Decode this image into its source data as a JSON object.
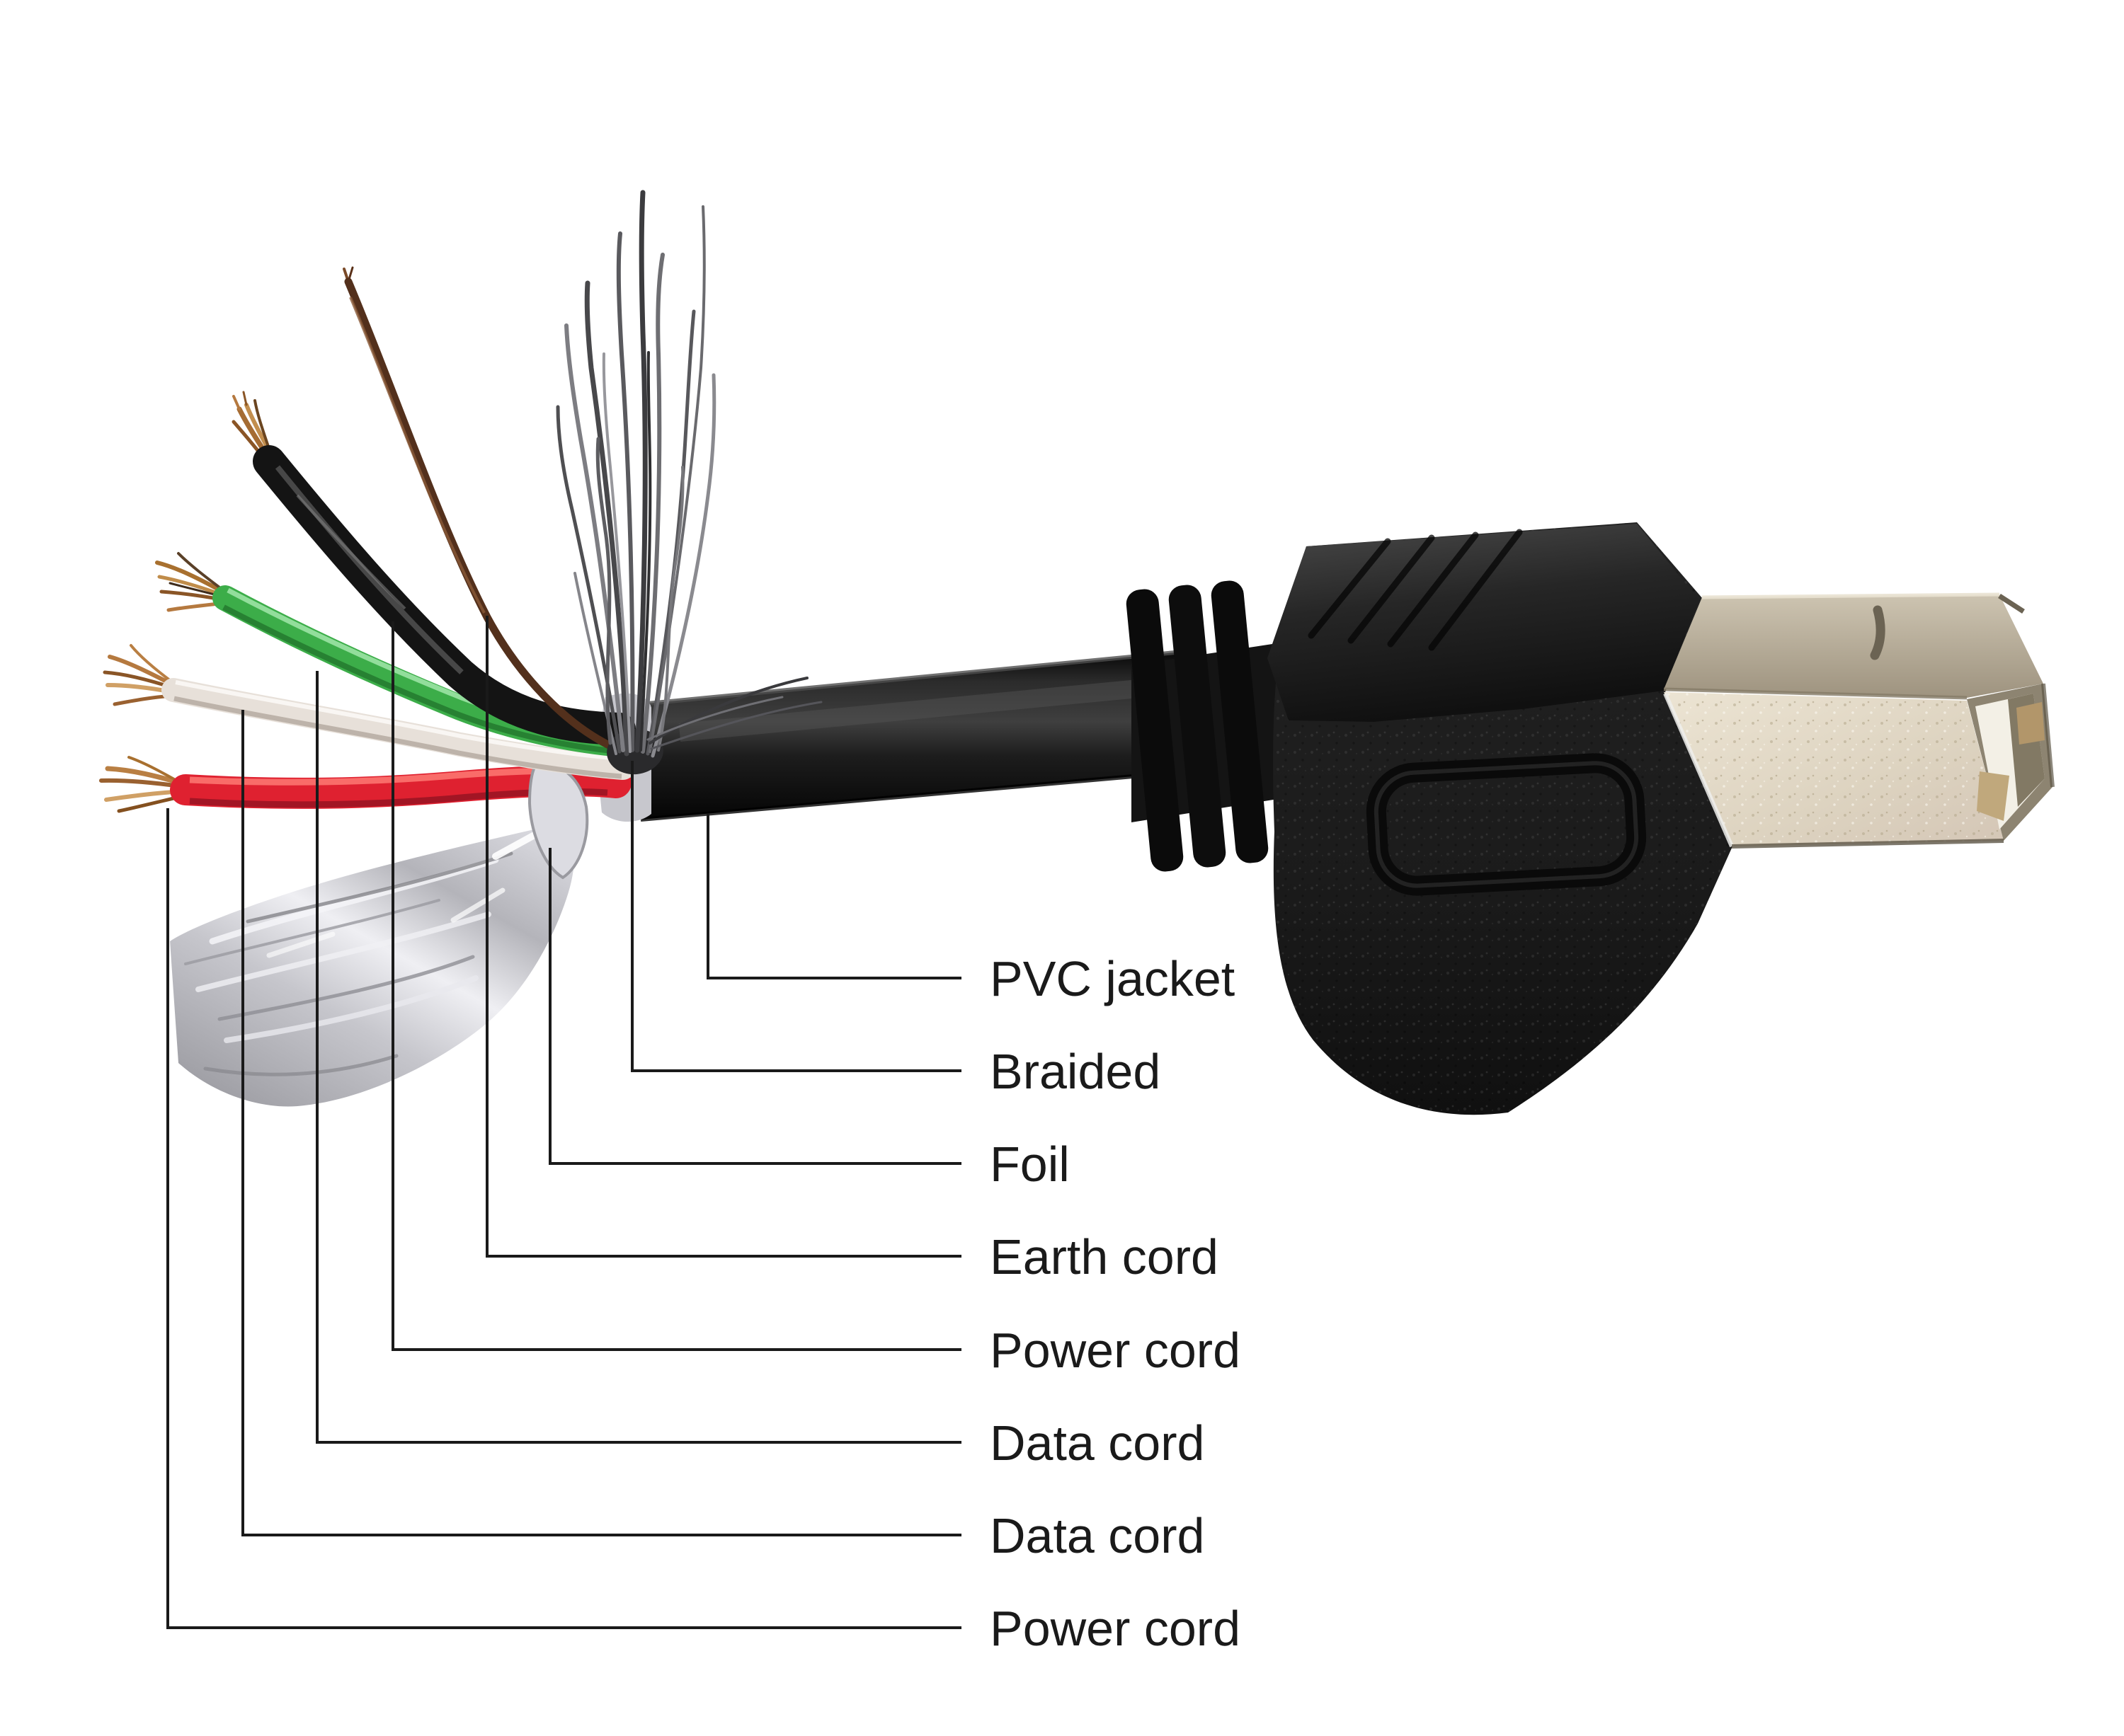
{
  "title": "USB Type-B cable construction diagram",
  "diagram": {
    "type": "annotated-photo",
    "subject": "Stripped USB cable end with Type-B connector, internal layers labelled",
    "background_color": "#ffffff",
    "leader_line_color": "#1a1a1a",
    "text_color": "#1a1a1a",
    "labels": [
      {
        "text": "PVC jacket",
        "target": "pvc-jacket"
      },
      {
        "text": "Braided",
        "target": "braided-shield"
      },
      {
        "text": "Foil",
        "target": "foil-shield"
      },
      {
        "text": "Earth cord",
        "target": "earth-drain-wire"
      },
      {
        "text": "Power cord",
        "target": "black-wire"
      },
      {
        "text": "Data cord",
        "target": "green-wire"
      },
      {
        "text": "Data cord",
        "target": "white-wire"
      },
      {
        "text": "Power cord",
        "target": "red-wire"
      }
    ],
    "colors": {
      "pvc_jacket": "#1c1c1c",
      "connector_body": "#1e1e1e",
      "metal_shell": "#d8d0c0",
      "foil": "#c9c9cf",
      "braid": "#6a6a6e",
      "red_wire": "#df2130",
      "green_wire": "#3cad49",
      "white_wire": "#e7e0d9",
      "black_wire": "#141414",
      "earth_wire": "#53301c",
      "copper": "#b5793f"
    }
  }
}
